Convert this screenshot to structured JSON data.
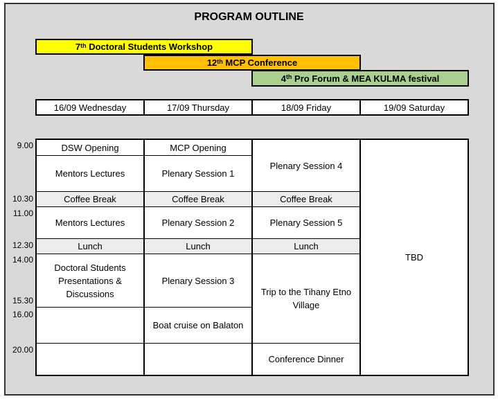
{
  "title": "PROGRAM OUTLINE",
  "banners": [
    {
      "pre": "7",
      "sup": "th",
      "text": " Doctoral Students Workshop",
      "color": "#ffff00"
    },
    {
      "pre": "12",
      "sup": "th",
      "text": " MCP Conference",
      "color": "#ffc000"
    },
    {
      "pre": "4",
      "sup": "th",
      "text": " Pro Forum & MEA KULMA festival",
      "color": "#a9d08e"
    }
  ],
  "days": [
    "16/09 Wednesday",
    "17/09 Thursday",
    "18/09 Friday",
    "19/09 Saturday"
  ],
  "times": [
    "9.00",
    "10.30",
    "11.00",
    "12.30",
    "14.00",
    "15.30",
    "16.00",
    "20.00"
  ],
  "schedule": {
    "wed": {
      "opening": "DSW Opening",
      "lectures1": "Mentors Lectures",
      "coffee": "Coffee Break",
      "lectures2": "Mentors Lectures",
      "lunch": "Lunch",
      "presentations": "Doctoral Students Presentations & Discussions"
    },
    "thu": {
      "opening": "MCP Opening",
      "plenary1": "Plenary Session 1",
      "coffee": "Coffee Break",
      "plenary2": "Plenary Session 2",
      "lunch": "Lunch",
      "plenary3": "Plenary Session 3",
      "cruise": "Boat cruise on Balaton"
    },
    "fri": {
      "plenary4": "Plenary Session 4",
      "coffee": "Coffee Break",
      "plenary5": "Plenary Session 5",
      "lunch": "Lunch",
      "trip": "Trip to the Tihany Etno Village",
      "dinner": "Conference Dinner"
    },
    "sat": {
      "tbd": "TBD"
    }
  }
}
